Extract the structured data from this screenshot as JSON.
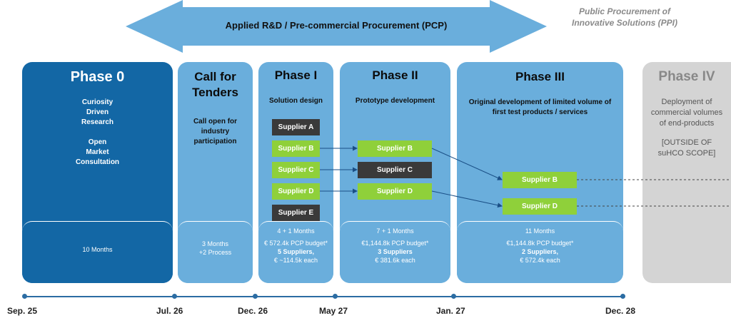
{
  "arrow_label": "Applied R&D / Pre-commercial Procurement (PCP)",
  "ppi_label": [
    "Public Procurement of",
    "Innovative Solutions (PPI)"
  ],
  "phase0": {
    "title": "Phase 0",
    "lines": [
      "Curiosity",
      "Driven",
      "Research",
      "",
      "Open",
      "Market",
      "Consultation"
    ],
    "bottom": "10 Months"
  },
  "call": {
    "title": [
      "Call for",
      "Tenders"
    ],
    "lines": [
      "Call open for",
      "industry",
      "participation"
    ],
    "bottom": [
      "3 Months",
      "+2 Process"
    ]
  },
  "phase1": {
    "title": "Phase I",
    "subtitle": "Solution design",
    "suppliers": [
      "Supplier A",
      "Supplier B",
      "Supplier C",
      "Supplier D",
      "Supplier E"
    ],
    "bottom": [
      "4 + 1 Months",
      "€ 572.4k PCP budget*",
      "5 Suppliers,",
      "€ ~114.5k each"
    ]
  },
  "phase2": {
    "title": "Phase II",
    "subtitle": "Prototype development",
    "suppliers": [
      "Supplier B",
      "Supplier C",
      "Supplier D"
    ],
    "bottom": [
      "7 + 1 Months",
      "€1,144.8k PCP budget*",
      "3 Suppliers",
      "€ 381.6k each"
    ]
  },
  "phase3": {
    "title": "Phase III",
    "subtitle": [
      "Original development of limited volume of",
      "first test products / services"
    ],
    "suppliers": [
      "Supplier B",
      "Supplier D"
    ],
    "bottom": [
      "11 Months",
      "€1,144.8k PCP budget*",
      "2 Suppliers,",
      "€ 572.4k each"
    ]
  },
  "phase4": {
    "title": "Phase IV",
    "lines": [
      "Deployment of",
      "commercial volumes",
      "of end-products",
      "",
      "[OUTSIDE OF",
      "suHCO SCOPE]"
    ]
  },
  "timeline": [
    "Sep. 25",
    "Jul. 26",
    "Dec. 26",
    "May 27",
    "Jan. 27",
    "Dec. 28"
  ],
  "colors": {
    "phase0": "#1367a5",
    "light": "#6aaedc",
    "arrow": "#6aaedc",
    "green": "#8fd03a",
    "dark": "#3a3a3a",
    "grey": "#d4d4d4",
    "line": "#2b6ca3"
  }
}
